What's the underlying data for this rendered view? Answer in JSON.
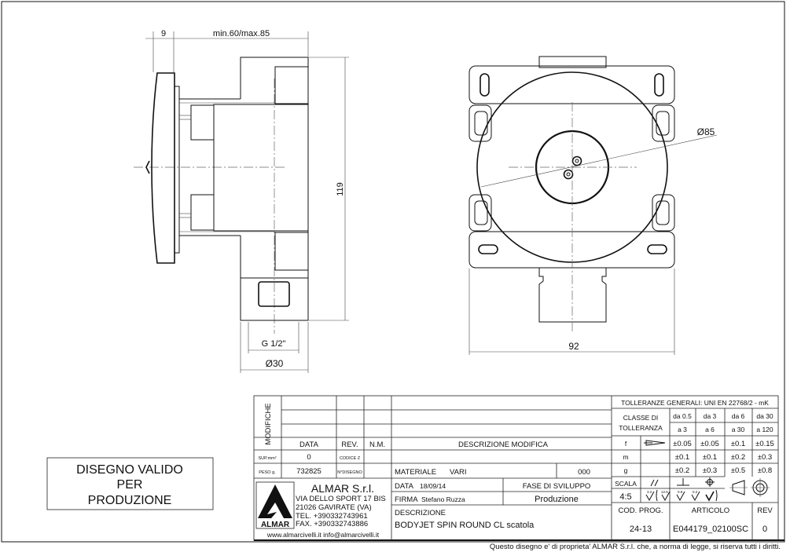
{
  "dimensions": {
    "offset": "9",
    "depth": "min.60/max.85",
    "height": "119",
    "thread": "G 1/2\"",
    "diameter_outlet": "Ø30",
    "width": "92",
    "diameter_plate": "Ø85"
  },
  "validity_stamp": [
    "DISEGNO VALIDO",
    "PER",
    "PRODUZIONE"
  ],
  "title_block": {
    "modifiche": "MODIFICHE",
    "headers": {
      "data": "DATA",
      "rev": "REV.",
      "nm": "N.M.",
      "descrizione_modifica": "DESCRIZIONE MODIFICA"
    },
    "sup_label": "SUP.mm²",
    "sup_value": "0",
    "codice_z": "CODICE Z",
    "peso_label": "PESO g.",
    "peso_value": "732825",
    "n_disegno": "N°DISEGNO",
    "materiale_label": "MATERIALE",
    "materiale_value": "VARI",
    "materiale_code": "000",
    "company": {
      "name": "ALMAR S.r.l.",
      "address1": "VIA DELLO SPORT 17 BIS",
      "address2": "21026 GAVIRATE (VA)",
      "tel": "TEL. +390332743961",
      "fax": "FAX. +390332743886",
      "web": "www.almarcivelli.it info@almarcivelli.it",
      "logo_text": "ALMAR"
    },
    "data_label": "DATA",
    "data_value": "18/09/14",
    "fase_label": "FASE DI SVILUPPO",
    "fase_value": "Produzione",
    "firma_label": "FIRMA",
    "firma_value": "Stefano Ruzza",
    "descrizione_label": "DESCRIZIONE",
    "descrizione_value": "BODYJET SPIN ROUND CL scatola",
    "tolerances": {
      "title": "TOLLERANZE GENERALI: UNI EN 22768/2 - mK",
      "classe1": "CLASSE DI",
      "classe2": "TOLLERANZA",
      "from": [
        "da 0.5",
        "da 3",
        "da 6",
        "da 30"
      ],
      "to": [
        "a 3",
        "a 6",
        "a 30",
        "a 120"
      ],
      "rows": [
        {
          "cls": "f",
          "values": [
            "±0.05",
            "±0.05",
            "±0.1",
            "±0.15"
          ]
        },
        {
          "cls": "m",
          "values": [
            "±0.1",
            "±0.1",
            "±0.2",
            "±0.3"
          ]
        },
        {
          "cls": "g",
          "values": [
            "±0.2",
            "±0.3",
            "±0.5",
            "±0.8"
          ]
        }
      ]
    },
    "scala_label": "SCALA",
    "scala_value": "4:5",
    "roughness": [
      "3.2",
      "12.5",
      "0.8",
      "0.2"
    ],
    "cod_prog_label": "COD. PROG.",
    "cod_prog_value": "24-13",
    "articolo_label": "ARTICOLO",
    "articolo_value": "E044179_02100SC",
    "rev_label": "REV",
    "rev_value": "0"
  },
  "footer": "Questo disegno e' di proprieta' ALMAR S.r.l. che, a norma di legge, si riserva tutti i diritti."
}
